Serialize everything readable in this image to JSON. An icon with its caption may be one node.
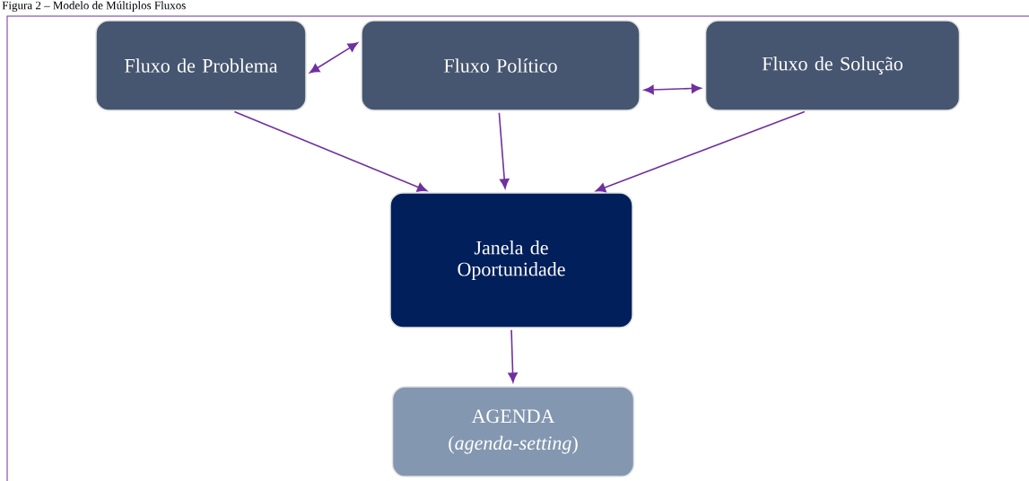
{
  "diagram": {
    "title": "Figura 2 – Modelo de Múltiplos Fluxos",
    "nodes": [
      {
        "text": [
          "Fluxo de Problema"
        ]
      },
      {
        "text": [
          "Fluxo Político"
        ]
      },
      {
        "text": [
          "Fluxo de Solução"
        ]
      },
      {
        "text": [
          "Janela de Oportunidade"
        ]
      },
      {
        "text": [
          "AGENDA",
          "(*agenda-setting*)"
        ]
      }
    ],
    "edges": [
      {
        "from": 0,
        "to": 1,
        "arrow": "both"
      },
      {
        "from": 1,
        "to": 2,
        "arrow": "both"
      },
      {
        "from": 0,
        "to": 3,
        "arrow": "to"
      },
      {
        "from": 1,
        "to": 3,
        "arrow": "to"
      },
      {
        "from": 2,
        "to": 3,
        "arrow": "to"
      },
      {
        "from": 3,
        "to": 4,
        "arrow": "to"
      }
    ]
  }
}
